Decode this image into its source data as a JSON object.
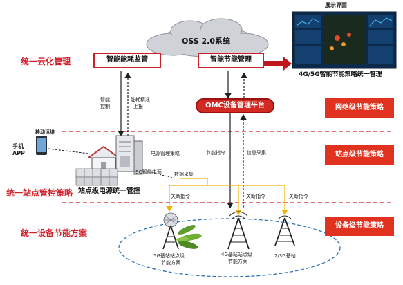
{
  "display": {
    "title": "展示界面",
    "caption": "4G/5G智能节能策略统一管理"
  },
  "cloud": {
    "label": "OSS 2.0系统"
  },
  "boxes": {
    "energy_monitor": "智能能耗监管",
    "energy_mgmt": "智能节能管理"
  },
  "omc": {
    "label": "OMC设备管理平台"
  },
  "left_labels": {
    "cloud_mgmt": "统一云化管理",
    "site_policy": "统一站点管控策略",
    "site_power": "站点级电源统一管控",
    "device_saving": "统一设备节能方案"
  },
  "side_boxes": {
    "network": "网络级节能策略",
    "site": "站点级节能策略",
    "device": "设备级节能策略"
  },
  "arrow_labels": {
    "smart_ctrl_1": "智能",
    "smart_ctrl_2": "控制",
    "report_1": "能耗精准",
    "report_2": "上报",
    "saving_cmd": "节能指令",
    "info_collect": "信息采集",
    "power_mgmt_policy": "电源管理策略",
    "smart_power": "5G智能电源",
    "data_collect": "数据采集",
    "shutdown_1": "关断指令",
    "shutdown_2": "关断指令",
    "shutdown_3": "关断指令"
  },
  "mobile": {
    "ops": "移动运维",
    "app_1": "手机",
    "app_2": "APP"
  },
  "base_stations": {
    "bs5g_1": "5G基站站点级",
    "bs5g_2": "节能方案",
    "bs4g_1": "4G基站站点级",
    "bs4g_2": "节能方案",
    "bs23g": "2/3G基站"
  },
  "colors": {
    "red": "#d1202a",
    "side_box": "#e0321f",
    "arrow_yellow": "#f2b400",
    "dark": "#1f1f1f",
    "ellipse": "#2a72b8"
  }
}
